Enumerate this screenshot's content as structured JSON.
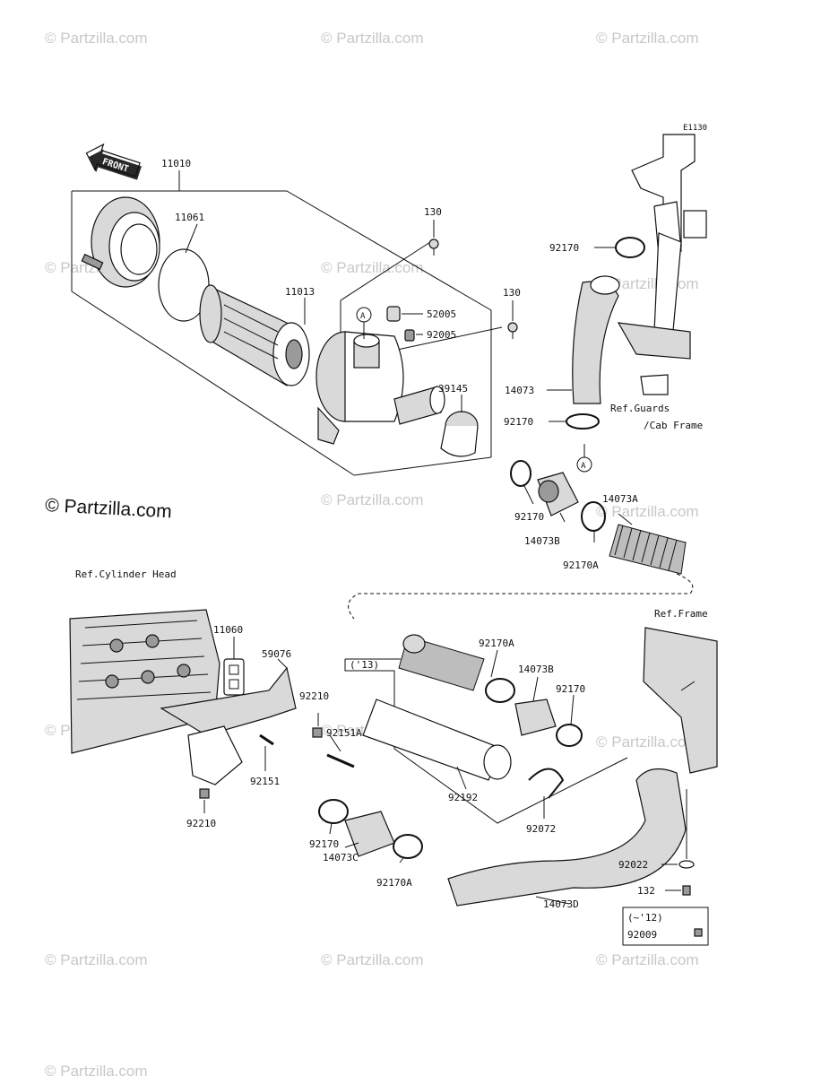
{
  "watermarks": [
    "© Partzilla.com",
    "© Partzilla.com",
    "© Partzilla.com",
    "© Partzilla.com",
    "© Partzilla.com",
    "© Partzilla.com",
    "© Partzilla.com",
    "© Partzilla.com",
    "© Partzilla.com",
    "© Partzilla.com",
    "© Partzilla.com",
    "© Partzilla.com",
    "© Partzilla.com",
    "© Partzilla.com",
    "© Partzilla.com"
  ],
  "brand_watermark": "© Partzilla.com",
  "front_arrow": "FRONT",
  "diagram_code": "E1130",
  "notes": {
    "ref_cylinder_head": "Ref.Cylinder Head",
    "ref_frame": "Ref.Frame",
    "ref_guards_1": "Ref.Guards",
    "ref_guards_2": "/Cab Frame",
    "year_13": "('13)",
    "year_12": "(~'12)"
  },
  "callouts": {
    "p11010": "11010",
    "p11061": "11061",
    "p11013": "11013",
    "p130a": "130",
    "p130b": "130",
    "p52005": "52005",
    "p92005": "92005",
    "p39145": "39145",
    "markA1": "A",
    "markA2": "A",
    "p92170_top": "92170",
    "p14073": "14073",
    "p92170_mid": "92170",
    "p92170_b": "92170",
    "p14073B_a": "14073B",
    "p92170A_a": "92170A",
    "p14073A": "14073A",
    "p11060": "11060",
    "p59076": "59076",
    "p92210_a": "92210",
    "p92151A": "92151A",
    "p92151": "92151",
    "p92210_b": "92210",
    "p92170_c": "92170",
    "p14073C": "14073C",
    "p92170A_b": "92170A",
    "p92170A_c": "92170A",
    "p14073B_b": "14073B",
    "p92170_d": "92170",
    "p92192": "92192",
    "p92072": "92072",
    "p14073D": "14073D",
    "p92022": "92022",
    "p132": "132",
    "p92009": "92009"
  }
}
